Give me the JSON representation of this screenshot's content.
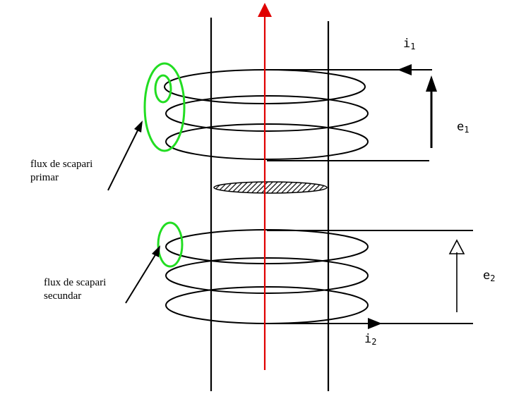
{
  "labels": {
    "i1_letter": "i",
    "i1_sub": "1",
    "e1_letter": "e",
    "e1_sub": "1",
    "e2_letter": "e",
    "e2_sub": "2",
    "i2_letter": "i",
    "i2_sub": "2",
    "primary_leak_line1": "flux de scapari",
    "primary_leak_line2": "primar",
    "secondary_leak_line1": "flux de scapari",
    "secondary_leak_line2": "secundar"
  },
  "colors": {
    "line": "#000000",
    "flux_axis": "#e00000",
    "leakage_flux": "#22dd22",
    "core_hatch": "#000000"
  }
}
